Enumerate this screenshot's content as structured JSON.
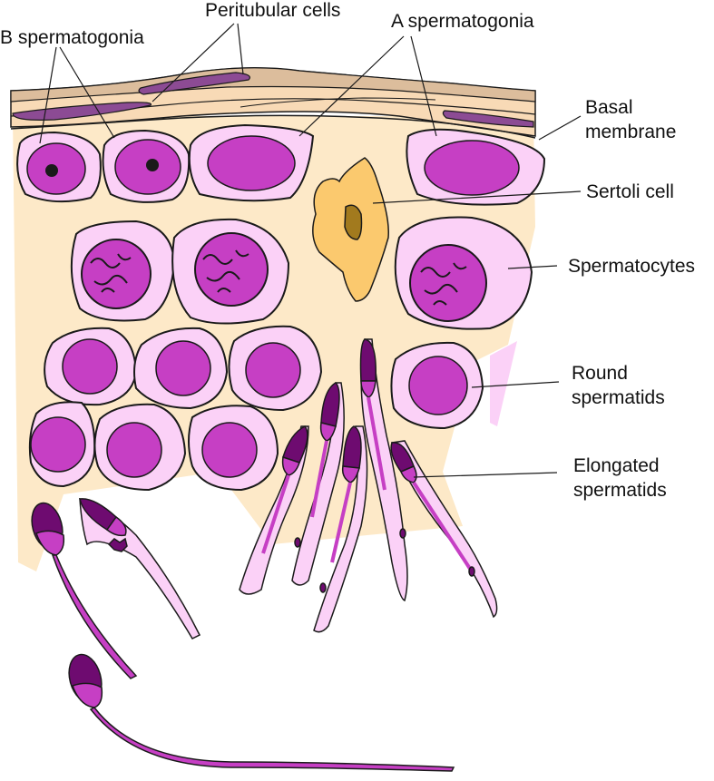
{
  "diagram": {
    "type": "anatomical-illustration",
    "subject": "Seminiferous epithelium cross-section",
    "labels": {
      "b_spermatogonia": "B spermatogonia",
      "peritubular_cells": "Peritubular cells",
      "a_spermatogonia": "A spermatogonia",
      "basal_membrane_line1": "Basal",
      "basal_membrane_line2": "membrane",
      "sertoli_cell": "Sertoli cell",
      "spermatocytes": "Spermatocytes",
      "round_spermatids_line1": "Round",
      "round_spermatids_line2": "spermatids",
      "elongated_spermatids_line1": "Elongated",
      "elongated_spermatids_line2": "spermatids"
    },
    "colors": {
      "background": "#ffffff",
      "sertoli_cytoplasm": "#fde9c8",
      "sertoli_cell_body": "#fbc96e",
      "sertoli_nucleus": "#a27a1e",
      "basal_layer_dark": "#dcbd9c",
      "basal_layer_light": "#f8dab6",
      "peritubular_cell": "#8c4b94",
      "germ_cell_cytoplasm": "#fbd1f7",
      "nucleus_magenta": "#c63fc4",
      "acrosome_dark": "#6e0b70",
      "outline": "#1a1a1a"
    }
  }
}
